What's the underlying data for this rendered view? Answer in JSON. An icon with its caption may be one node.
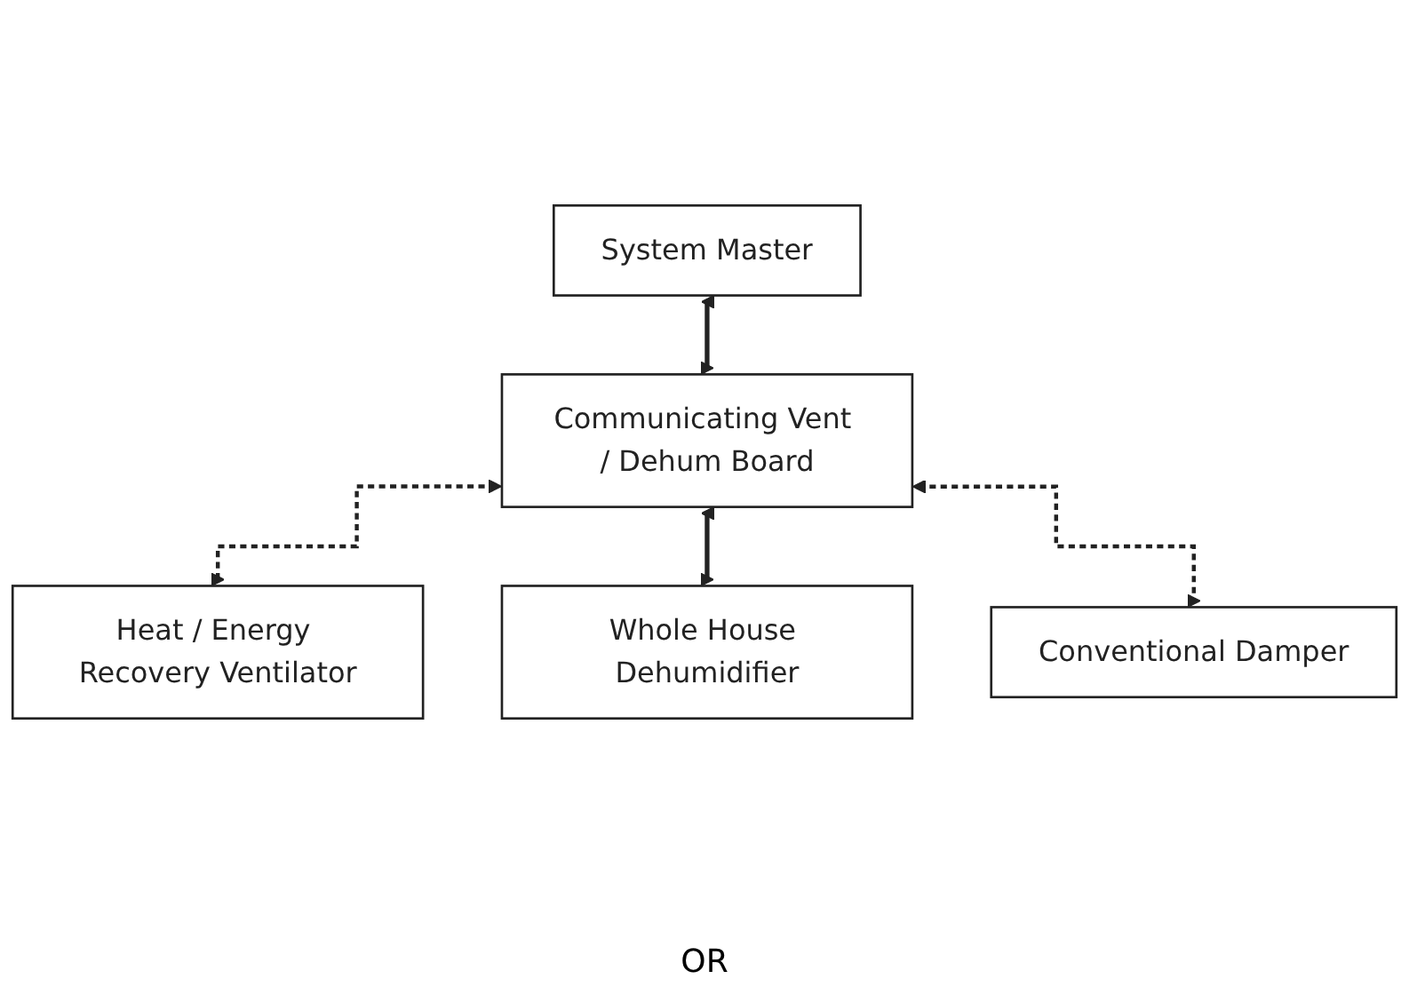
{
  "diagram": {
    "nodes": [
      {
        "text": [
          "System Master"
        ]
      },
      {
        "text": [
          "Communicating Vent / Dehum Board"
        ]
      },
      {
        "text": [
          "Heat / Energy Recovery Ventilator"
        ]
      },
      {
        "text": [
          "Whole House Dehumidifier"
        ]
      },
      {
        "text": [
          "Conventional Damper"
        ]
      }
    ],
    "edges": [
      {
        "from": 0,
        "to": 1,
        "arrow": "both"
      },
      {
        "from": 1,
        "to": 2,
        "arrow": "both",
        "style": "dashed"
      },
      {
        "from": 1,
        "to": 3,
        "arrow": "both"
      },
      {
        "from": 1,
        "to": 4,
        "arrow": "both",
        "style": "dashed"
      }
    ],
    "labels": [
      "OR"
    ]
  }
}
